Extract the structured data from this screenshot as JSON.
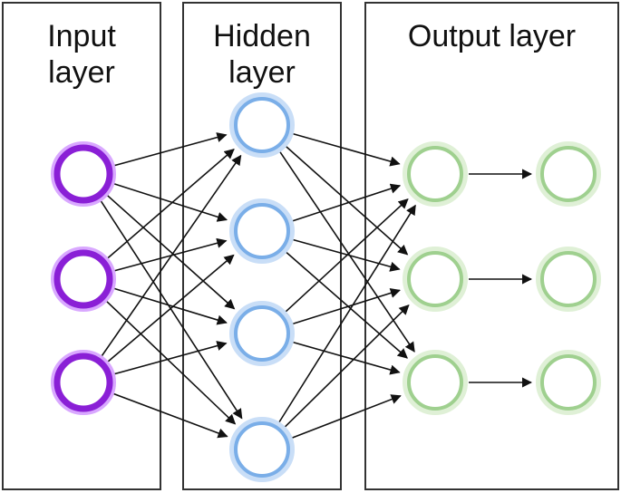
{
  "titles": {
    "input": "Input\nlayer",
    "hidden": "Hidden\nlayer",
    "output": "Output layer"
  },
  "layers": {
    "input": {
      "count": 3,
      "color": "#8a1fd6",
      "glow": "#d9a8ff"
    },
    "hidden": {
      "count": 4,
      "color": "#7aaee8",
      "glow": "#c9def7"
    },
    "output": {
      "count": 3,
      "color": "#9fd08f",
      "glow": "#dff0d6"
    },
    "output_final": {
      "count": 3,
      "color": "#9fd08f",
      "glow": "#dff0d6"
    }
  },
  "connectivity": {
    "input_to_hidden": "fully-connected",
    "hidden_to_output": "fully-connected",
    "output_to_final": "one-to-one"
  },
  "edge_color": "#111111"
}
